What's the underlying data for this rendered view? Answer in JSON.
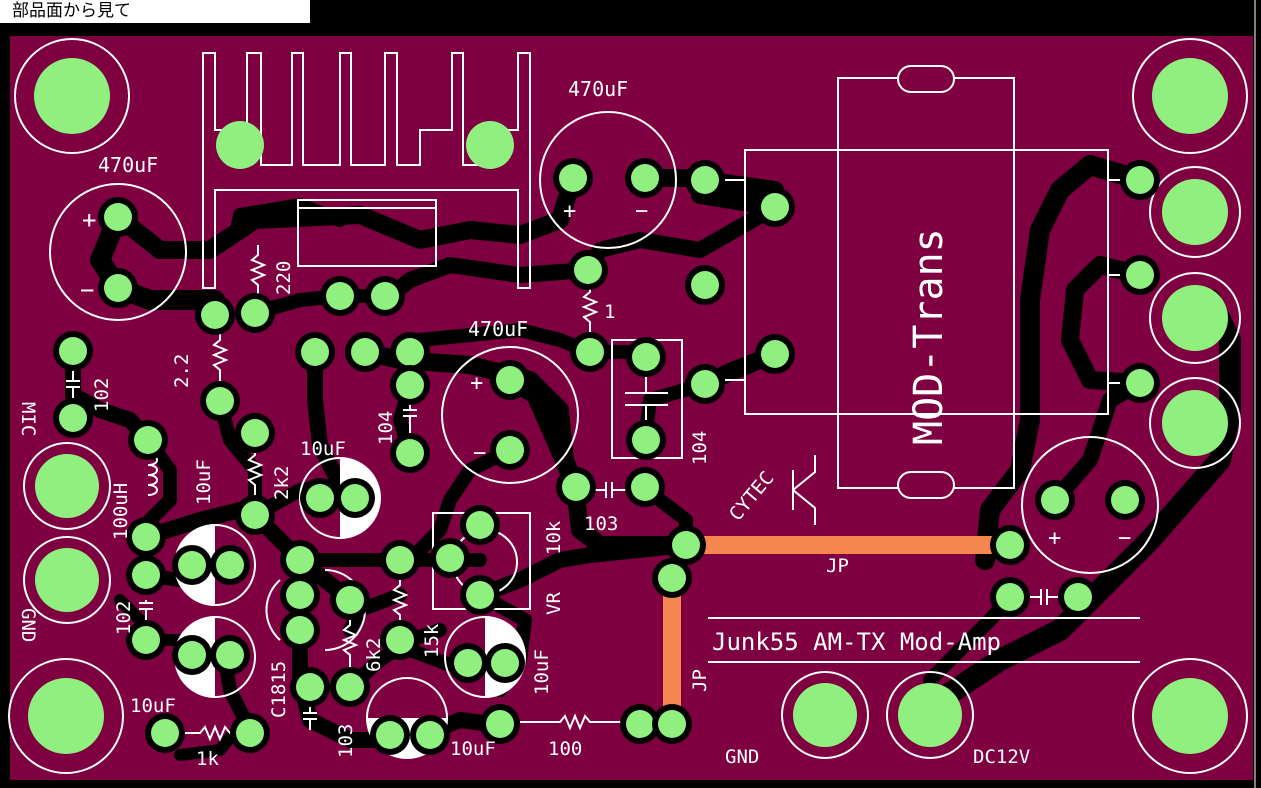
{
  "window": {
    "title": "部品面から見て"
  },
  "board": {
    "colors": {
      "substrate": "#7e0040",
      "pad": "#8ff07f",
      "trace": "#000000",
      "silk": "#ffffff",
      "jumper": "#f5874e"
    },
    "title": "Junk55 AM-TX Mod-Amp",
    "labels": {
      "mic": "MIC",
      "gnd_left": "GND",
      "gnd_bottom": "GND",
      "dc12v": "DC12V",
      "mod_trans": "MOD-Trans",
      "cytec": "CYTEC",
      "jp_h": "JP",
      "jp_v": "JP",
      "vr": "VR",
      "c1815": "C1815"
    },
    "components": {
      "c470_tl": "470uF",
      "c470_top": "470uF",
      "c470_mid": "470uF",
      "r220": "220",
      "r2_2": "2.2",
      "r1": "1",
      "c102_a": "102",
      "c102_b": "102",
      "c104_a": "104",
      "c104_b": "104",
      "c103_a": "103",
      "c103_b": "103",
      "l100uh": "100uH",
      "c10uf_a": "10uF",
      "c10uf_b": "10uF",
      "c10uf_c": "10uF",
      "c10uf_d": "10uF",
      "c10uf_e": "10uF",
      "r2k2": "2k2",
      "r6k2": "6k2",
      "r15k": "15k",
      "vr10k": "10k",
      "r1k": "1k",
      "r100": "100",
      "plus": "+",
      "minus": "−"
    }
  }
}
